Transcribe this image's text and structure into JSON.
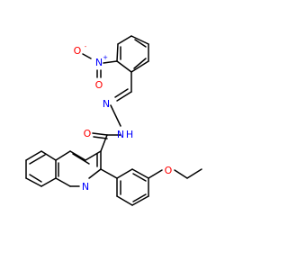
{
  "molecule": {
    "atom_labels": {
      "n_hydrazone": "N",
      "nh_symbol": "N",
      "nh_h": "H",
      "carbonyl_o": "O",
      "quinoline_n": "N",
      "ether_o": "O",
      "nitro_n": "N",
      "nitro_plus": "+",
      "nitro_o_single": "O",
      "nitro_minus": "-",
      "nitro_o_double": "O"
    },
    "colors": {
      "bond": "#000000",
      "nitrogen": "#0000ff",
      "oxygen": "#ff0000"
    }
  }
}
